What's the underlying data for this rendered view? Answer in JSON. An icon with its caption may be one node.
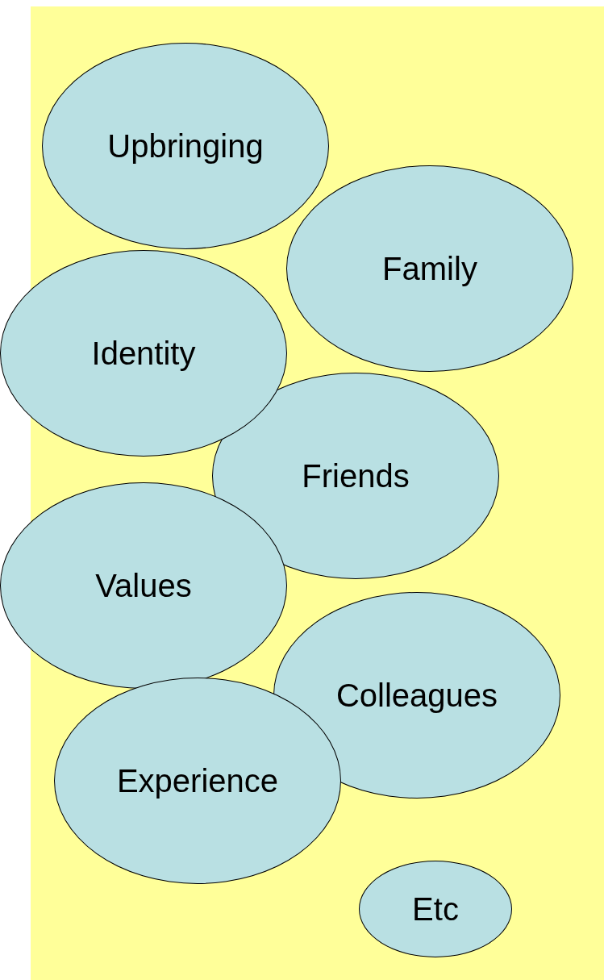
{
  "diagram": {
    "nodes": [
      {
        "text": [
          "Upbringing"
        ]
      },
      {
        "text": [
          "Family"
        ]
      },
      {
        "text": [
          "Identity"
        ]
      },
      {
        "text": [
          "Friends"
        ]
      },
      {
        "text": [
          "Values"
        ]
      },
      {
        "text": [
          "Colleagues"
        ]
      },
      {
        "text": [
          "Experience"
        ]
      },
      {
        "text": [
          "Etc"
        ]
      }
    ]
  }
}
